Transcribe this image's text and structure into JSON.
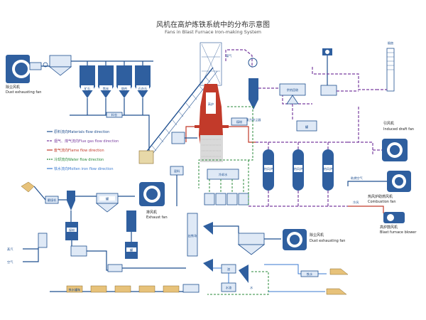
{
  "title": "风机在高炉炼铁系统中的分布示意图",
  "subtitle": "Fans in Blast Furnace Iron-making System",
  "legend": [
    {
      "text": "原料流向Materials flow direction",
      "color": "#1f4f8f"
    },
    {
      "text": "烟气、煤气流向Flue gas flow direction",
      "color": "#7a3fa0"
    },
    {
      "text": "废气流向Flame flow direction",
      "color": "#c23a2a"
    },
    {
      "text": "冷却流向Water flow direction",
      "color": "#2a8a3a"
    },
    {
      "text": "铁水流向Molten iron flow direction",
      "color": "#3a7ad0"
    }
  ],
  "fans": {
    "dust_left": {
      "cn": "除尘风机",
      "en": "Dust exhausting fan"
    },
    "exhaust": {
      "cn": "排风机",
      "en": "Exhaust fan"
    },
    "induced": {
      "cn": "引风机",
      "en": "Induced draft fan"
    },
    "combustion": {
      "cn": "热风炉助燃风机",
      "en": "Combustion fan"
    },
    "blower": {
      "cn": "高炉鼓风机",
      "en": "Blast furnace blower"
    },
    "dust_right": {
      "cn": "除尘风机",
      "en": "Dust exhausting fan"
    }
  },
  "labels": {
    "top_bins": [
      "矿石",
      "焦炭",
      "熔剂",
      "石灰石"
    ],
    "furnace": "高炉",
    "stove": "热风炉",
    "chimney": "烟囱",
    "dust_catcher": "重力除尘器",
    "gas_pipe": "煤气",
    "waste_heat": "余热回收",
    "coal": "煤粉",
    "slag": "渣",
    "iron": "铁水",
    "water": "水",
    "rail": "铁水罐车",
    "pulverizer": "磨煤机",
    "cooling": "冷却水",
    "steam": "蒸汽",
    "air": "空气",
    "combust_air": "助燃空气",
    "mixer": "混料",
    "tank": "罐",
    "slag_granulation": "水渣",
    "trough": "出铁场",
    "hot_blast": "热风",
    "cold_blast": "冷风",
    "ore_bin": "料仓"
  },
  "colors": {
    "material": "#1f4f8f",
    "flue": "#7a3fa0",
    "water": "#2a8a3a",
    "flame": "#c23a2a",
    "iron": "#3a7ad0"
  }
}
